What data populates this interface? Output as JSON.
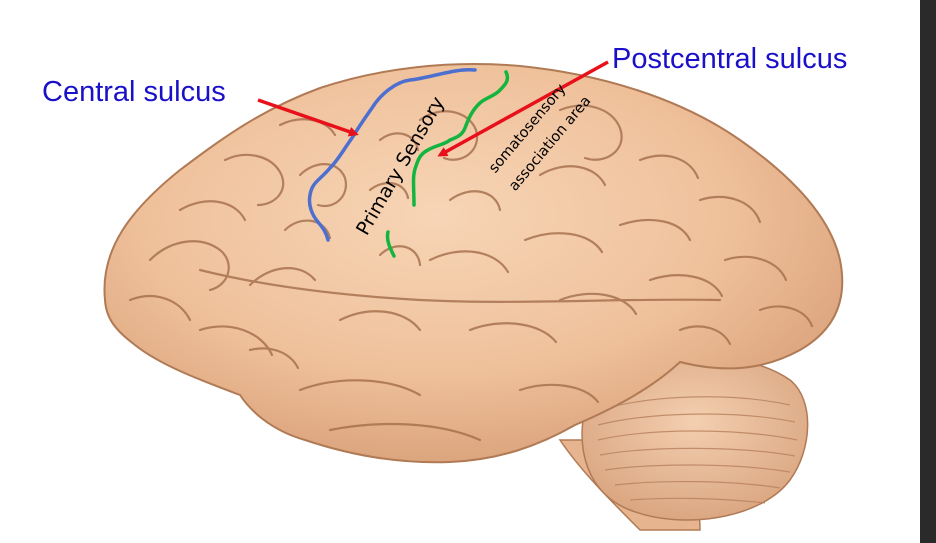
{
  "labels": {
    "central_sulcus": "Central sulcus",
    "postcentral_sulcus": "Postcentral sulcus",
    "primary_sensory": "Primary Sensory",
    "association_line1": "somatosensory",
    "association_line2": "association area"
  },
  "colors": {
    "callout_text": "#1a10c8",
    "arrow": "#e8111b",
    "central_sulcus_line": "#4c6fd0",
    "postcentral_sulcus_line": "#13b53f",
    "brain_tissue": "#f2c6a2",
    "brain_shadow": "#c8906b",
    "gyri_fold": "#a8724f",
    "frame": "#2a2a2a"
  },
  "icons": {
    "brain": "brain-illustration",
    "arrow": "arrow-pointer"
  }
}
